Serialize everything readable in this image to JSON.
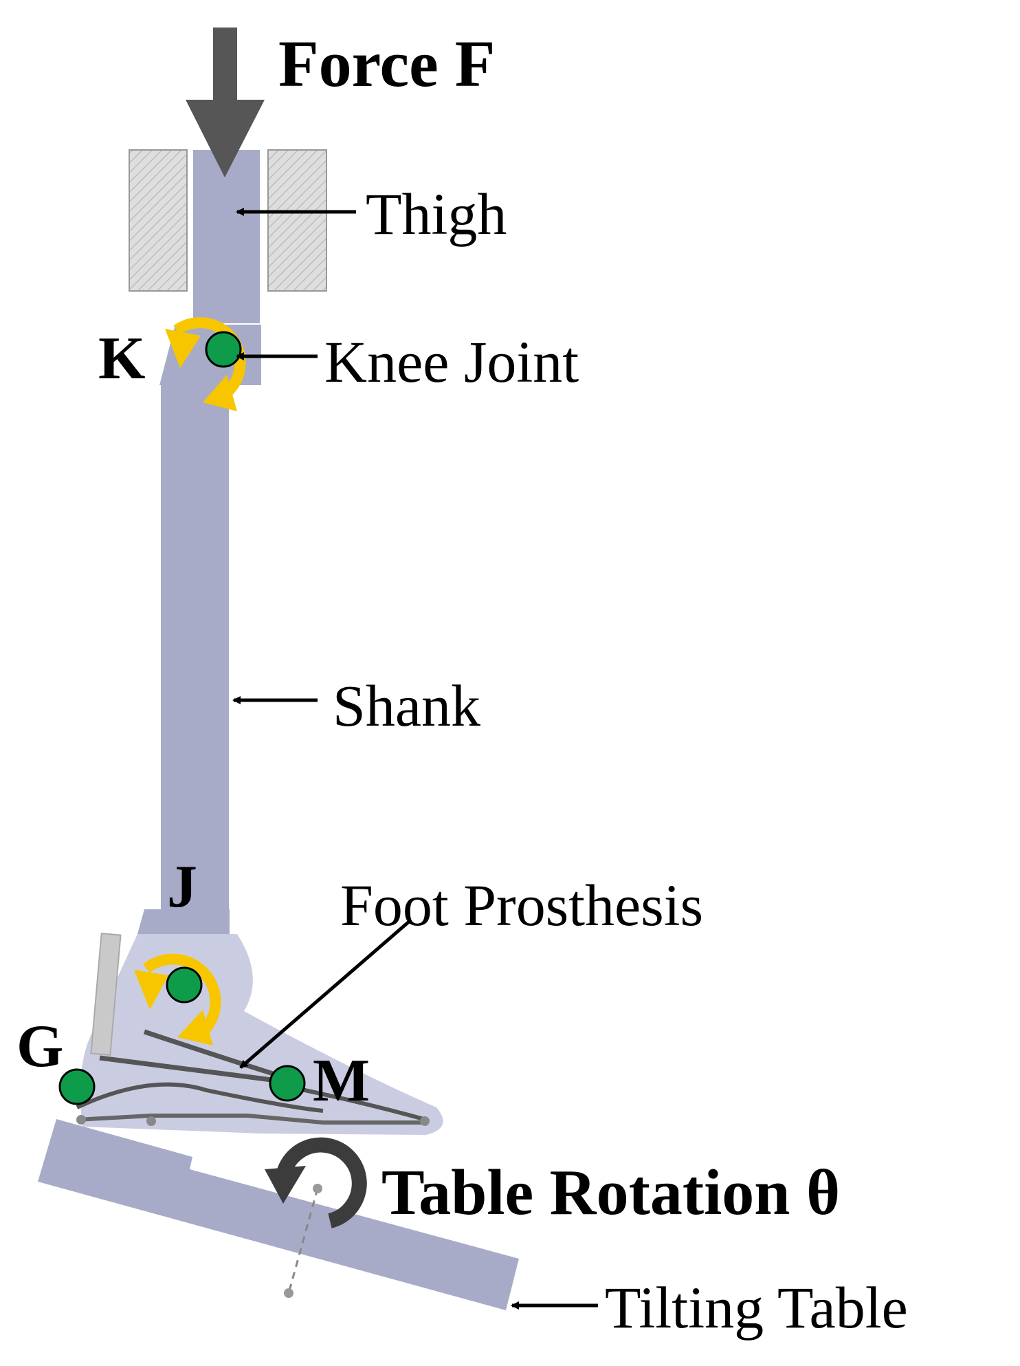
{
  "labels": {
    "force": "Force F",
    "thigh": "Thigh",
    "knee_letter": "K",
    "knee_joint": "Knee Joint",
    "shank": "Shank",
    "ankle_letter": "J",
    "foot_prosthesis": "Foot Prosthesis",
    "heel_letter": "G",
    "toe_letter": "M",
    "table_rotation": "Table Rotation θ",
    "tilting_table": "Tilting Table"
  },
  "colors": {
    "limb": "#a8abc8",
    "joint": "#0e9c4a",
    "joint_arrow": "#f7c600",
    "force_arrow": "#565656",
    "rotation_arrow": "#3c3c3c",
    "clamp": "#d2d2d2"
  }
}
